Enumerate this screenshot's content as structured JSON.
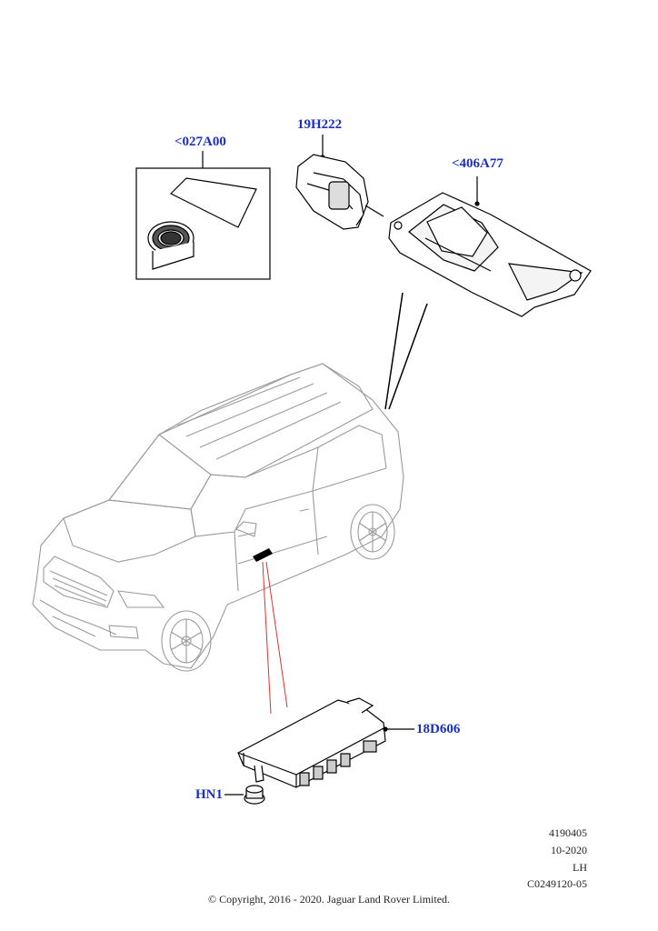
{
  "callouts": {
    "tape_kit": "<027A00",
    "connector": "19H222",
    "camera_bracket": "<406A77",
    "module": "18D606",
    "fastener": "HN1"
  },
  "info": {
    "code": "4190405",
    "date": "10-2020",
    "side": "LH",
    "ref": "C0249120-05"
  },
  "copyright": "© Copyright, 2016 - 2020. Jaguar Land Rover Limited.",
  "colors": {
    "callout": "#1c2fc4",
    "leader_red": "#e03030",
    "line": "#000000",
    "car_line": "#9a9a9a"
  }
}
